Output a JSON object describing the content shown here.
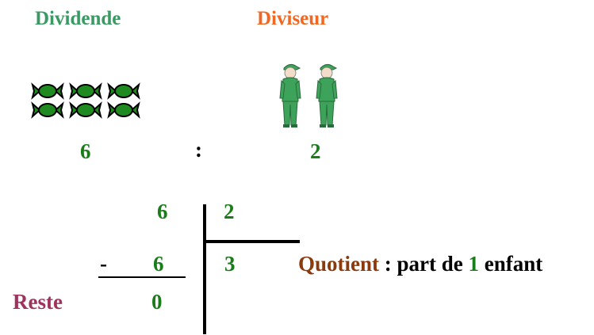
{
  "header": {
    "dividende_label": "Dividende",
    "diviseur_label": "Diviseur"
  },
  "top_row": {
    "dividend_value": "6",
    "operator": ":",
    "divisor_value": "2"
  },
  "illustrations": {
    "candy_count": 6,
    "child_count": 2,
    "candy_icon": "candy-icon",
    "child_icon": "child-icon"
  },
  "division": {
    "dividend": "6",
    "divisor": "2",
    "minus_sign": "-",
    "subtracted": "6",
    "quotient": "3",
    "remainder": "0"
  },
  "quotient_caption": {
    "word": "Quotient",
    "text_before": " : part de ",
    "number": "1",
    "text_after": " enfant"
  },
  "reste_label": "Reste",
  "colors": {
    "dividende_label": "#3a9a63",
    "diviseur_label": "#f26722",
    "numbers": "#1a7d1a",
    "quotient_word": "#8a3a0c",
    "reste": "#a0335e",
    "candy": "#1f8a1f",
    "child_clothes": "#3ea35a"
  }
}
